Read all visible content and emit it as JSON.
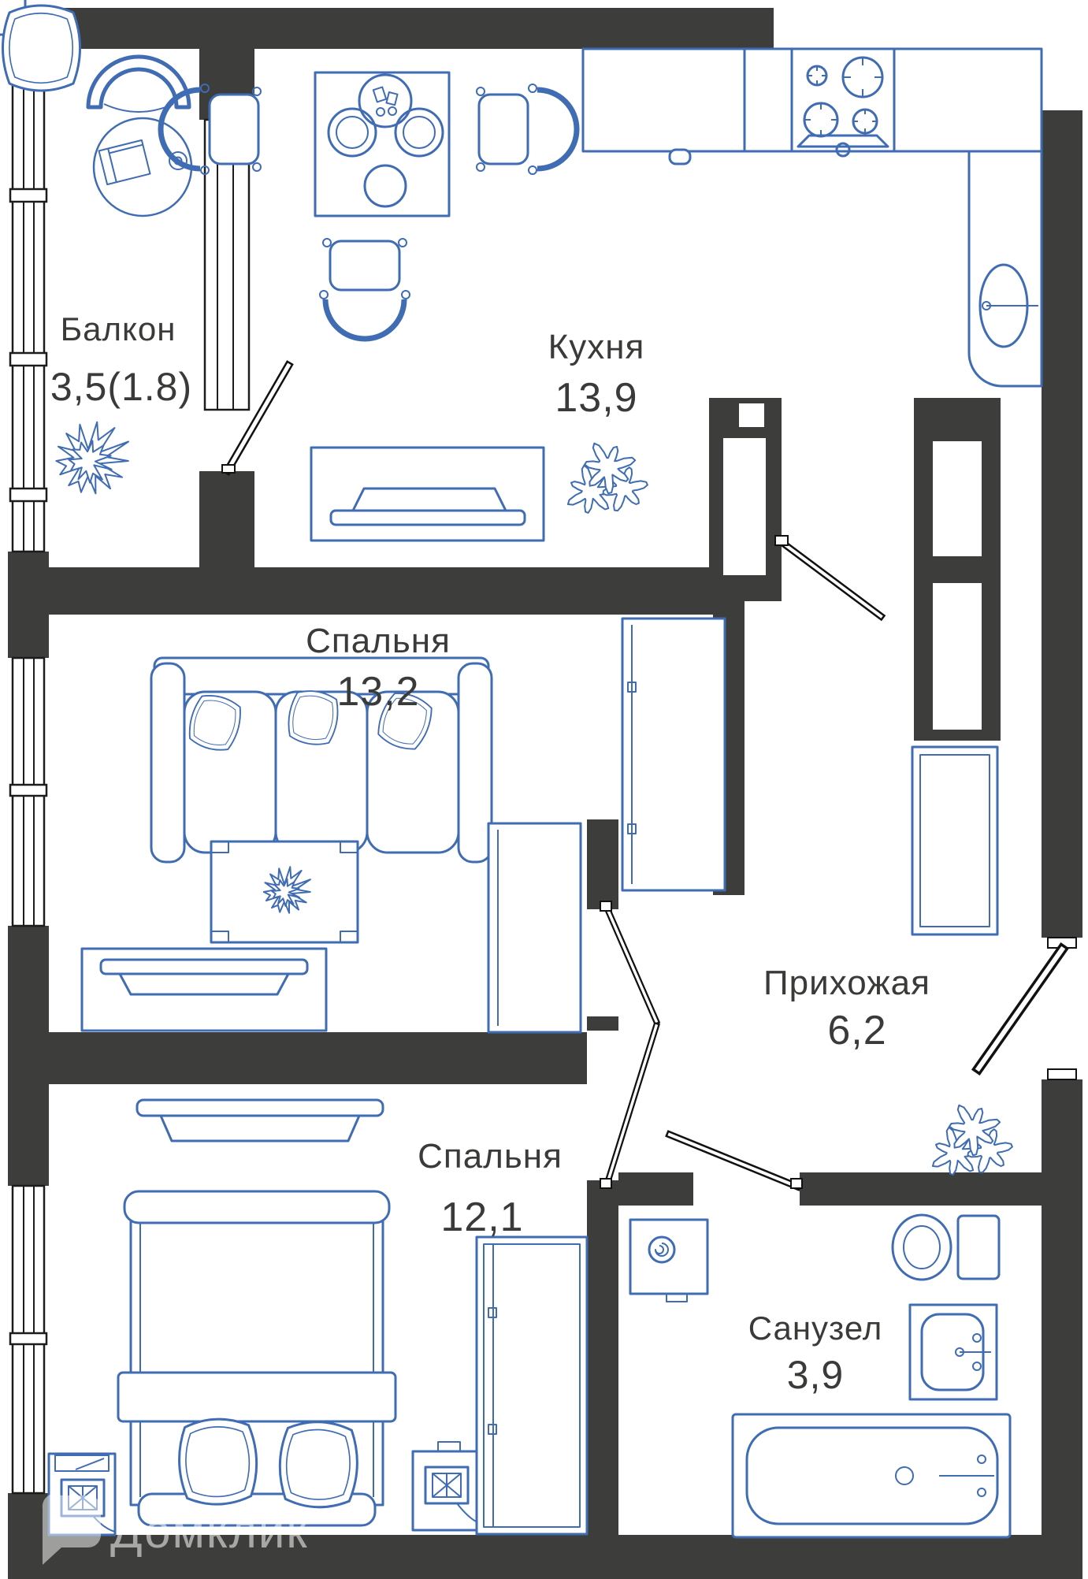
{
  "plan": {
    "watermark": "Домклик",
    "rooms": [
      {
        "id": "balcony",
        "name": "Балкон",
        "area": "3,5(1.8)"
      },
      {
        "id": "kitchen",
        "name": "Кухня",
        "area": "13,9"
      },
      {
        "id": "bedroom-1",
        "name": "Спальня",
        "area": "13,2"
      },
      {
        "id": "hallway",
        "name": "Прихожая",
        "area": "6,2"
      },
      {
        "id": "bedroom-2",
        "name": "Спальня",
        "area": "12,1"
      },
      {
        "id": "bathroom",
        "name": "Санузел",
        "area": "3,9"
      }
    ],
    "colors": {
      "wall": "#3d3d3b",
      "furniture_outline": "#3f6cb2",
      "label": "#3a3a38",
      "background": "#ffffff",
      "watermark": "rgba(255,255,255,0.55)"
    }
  }
}
